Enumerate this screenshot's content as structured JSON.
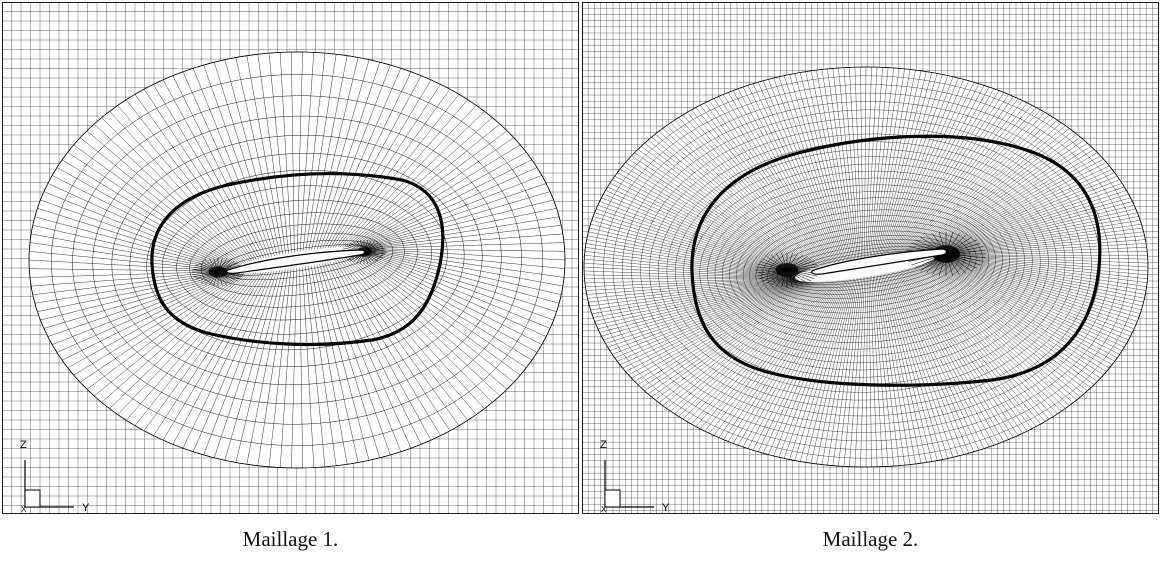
{
  "panels": [
    {
      "caption": "Maillage 1.",
      "axis_vertical": "Z",
      "axis_horizontal": "Y",
      "axis_origin": "X"
    },
    {
      "caption": "Maillage 2.",
      "axis_vertical": "Z",
      "axis_horizontal": "Y",
      "axis_origin": "X"
    }
  ],
  "colors": {
    "mesh": "#000000",
    "background": "#ffffff"
  }
}
